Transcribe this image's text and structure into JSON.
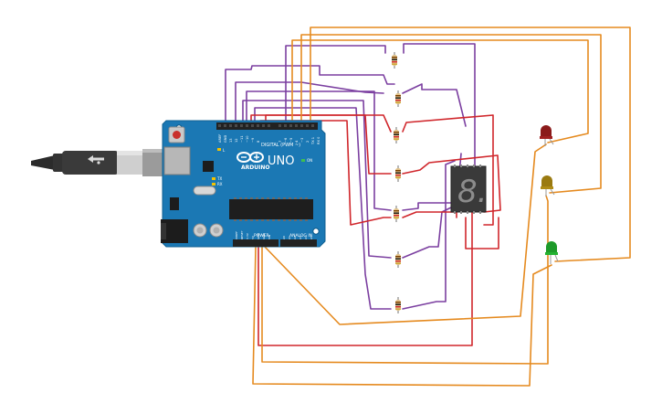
{
  "board": {
    "brand": "ARDUINO",
    "model": "UNO",
    "digital_header_label": "DIGITAL (PWM ~)",
    "power_label": "POWER",
    "analog_label": "ANALOG IN",
    "led_tx": "TX",
    "led_rx": "RX",
    "led_l": "L",
    "led_on": "ON",
    "pin_aref": "AREF",
    "pin_gnd": "GND",
    "pin_13": "13",
    "pin_12": "12",
    "pin_11": "~11",
    "pin_10": "~10",
    "pin_9": "~9",
    "pin_8": "8",
    "pin_7": "7",
    "pin_6": "~6",
    "pin_5": "~5",
    "pin_4": "4",
    "pin_3": "~3",
    "pin_2": "2",
    "pin_1": "TX 1",
    "pin_0": "RX 0",
    "pin_ioref": "IOREF",
    "pin_reset": "RESET",
    "pin_3v3": "3.3V",
    "pin_5v": "5V",
    "pin_gnd1": "GND",
    "pin_gnd2": "GND",
    "pin_vin": "VIN",
    "pin_a0": "A0",
    "pin_a1": "A1",
    "pin_a2": "A2",
    "pin_a3": "A3",
    "pin_a4": "A4",
    "pin_a5": "A5"
  },
  "display": {
    "digit": "8."
  },
  "colors": {
    "board": "#1b78b4",
    "wire_orange": "#e58a1f",
    "wire_purple": "#7b3fa0",
    "wire_red": "#d0262b",
    "led_red": "#8b1a1a",
    "led_yellow": "#9a7a10",
    "led_green": "#1e9a2a",
    "resistor_body": "#e2c48c"
  },
  "icons": [
    "usb-cable-icon",
    "reset-button-icon",
    "arduino-infinity-logo-icon"
  ]
}
